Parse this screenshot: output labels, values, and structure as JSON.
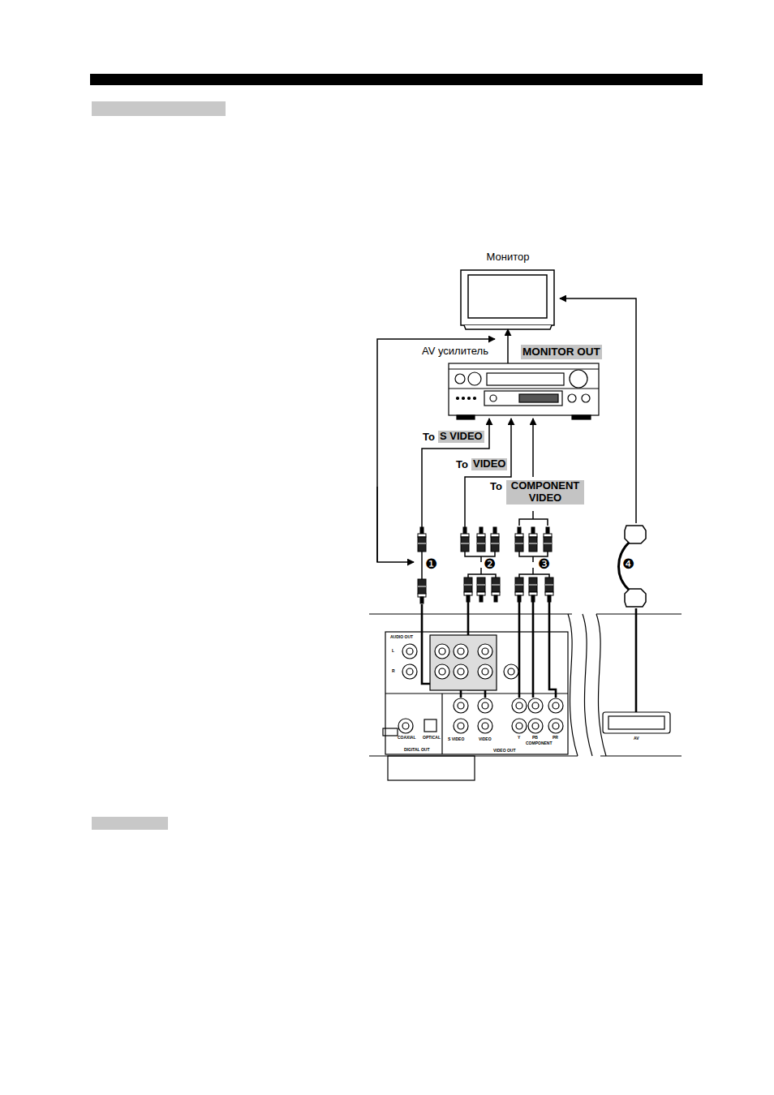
{
  "diagram": {
    "nodes": [
      {
        "text": [
          "Монитор"
        ]
      },
      {
        "text": [
          "AV усилитель"
        ]
      }
    ],
    "edges": [
      {
        "from": 1,
        "to": 0,
        "arrow": "to",
        "label": "MONITOR OUT"
      }
    ],
    "labels": [
      "To",
      "S VIDEO",
      "To",
      "VIDEO",
      "To",
      "COMPONENT VIDEO",
      "❶",
      "❷",
      "❸",
      "❹",
      "AUDIO OUT",
      "L",
      "R",
      "COAXIAL",
      "OPTICAL",
      "DIGITAL OUT",
      "S VIDEO",
      "VIDEO",
      "VIDEO OUT",
      "Y",
      "PB",
      "PR",
      "COMPONENT",
      "AV"
    ]
  }
}
